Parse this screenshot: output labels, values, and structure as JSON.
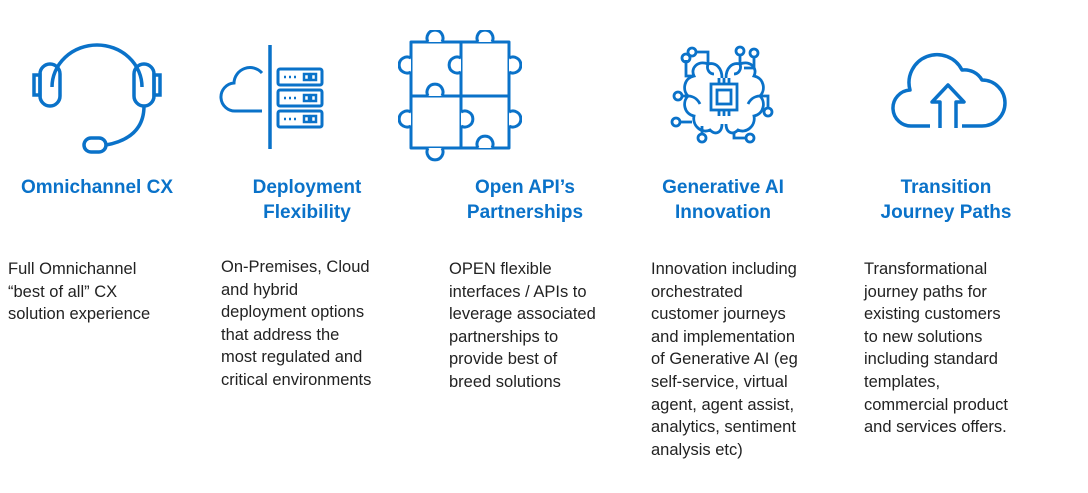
{
  "accent_color": "#0a72c9",
  "columns": [
    {
      "icon": "headset-icon",
      "title": [
        "Omnichannel CX"
      ],
      "body": [
        "Full Omnichannel",
        "“best of all” CX",
        "solution experience"
      ]
    },
    {
      "icon": "cloud-server-icon",
      "title": [
        "Deployment",
        "Flexibility"
      ],
      "body": [
        "On-Premises, Cloud",
        "and hybrid",
        "deployment options",
        "that address the",
        "most regulated and",
        "critical environments"
      ]
    },
    {
      "icon": "puzzle-icon",
      "title": [
        "Open API’s",
        "Partnerships"
      ],
      "body": [
        "OPEN flexible",
        "interfaces / APIs to",
        "leverage associated",
        "partnerships to",
        "provide best of",
        "breed solutions"
      ]
    },
    {
      "icon": "ai-brain-chip-icon",
      "title": [
        "Generative AI",
        "Innovation"
      ],
      "body": [
        "Innovation including",
        "orchestrated",
        "customer journeys",
        "and implementation",
        "of Generative AI (eg",
        "self-service, virtual",
        "agent, agent assist,",
        "analytics, sentiment",
        "analysis etc)"
      ]
    },
    {
      "icon": "cloud-upload-icon",
      "title": [
        "Transition",
        "Journey Paths"
      ],
      "body": [
        "Transformational",
        "journey paths for",
        "existing customers",
        "to new solutions",
        "including standard",
        "templates,",
        "commercial product",
        "and services offers."
      ]
    }
  ]
}
